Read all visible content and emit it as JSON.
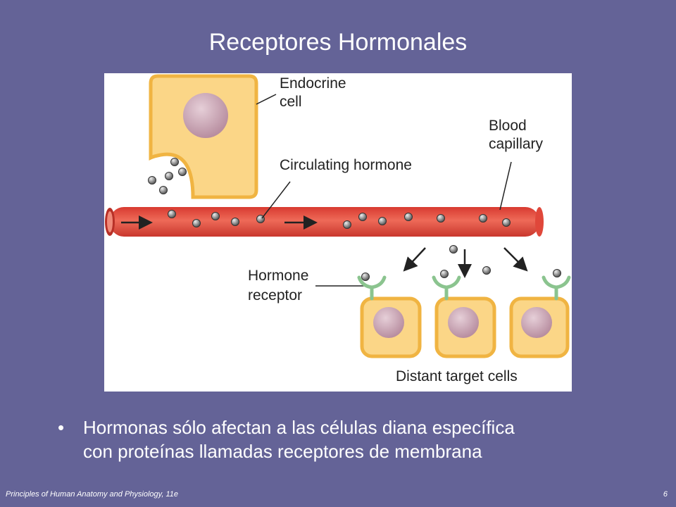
{
  "slide": {
    "title": "Receptores Hormonales",
    "bullets": [
      {
        "symbol": "•",
        "line1": "Hormonas sólo afectan a las células diana específica",
        "line2": "con proteínas llamadas receptores de membrana"
      }
    ],
    "footer_left": "Principles of Human Anatomy and Physiology, 11e",
    "page_number": "6"
  },
  "diagram": {
    "labels": {
      "endocrine_cell_line1": "Endocrine",
      "endocrine_cell_line2": "cell",
      "blood_capillary_line1": "Blood",
      "blood_capillary_line2": "capillary",
      "circulating_hormone": "Circulating hormone",
      "hormone_receptor_line1": "Hormone",
      "hormone_receptor_line2": "receptor",
      "distant_target_cells": "Distant target cells"
    },
    "colors": {
      "background": "#646397",
      "cell_fill": "#fbd687",
      "cell_border": "#f0b442",
      "nucleus": "#c7a3b1",
      "capillary": "#e0473a",
      "receptor": "#8bc48f",
      "hormone": "#8a8a8a"
    }
  }
}
